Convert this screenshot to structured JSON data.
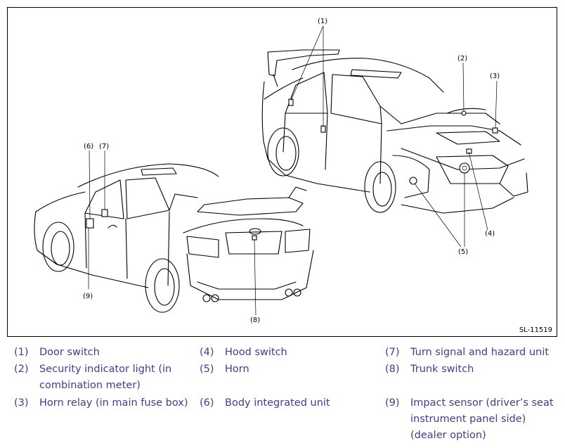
{
  "figure": {
    "id": "SL-11519",
    "callouts": [
      "(1)",
      "(2)",
      "(3)",
      "(4)",
      "(5)",
      "(6)",
      "(7)",
      "(8)",
      "(9)"
    ]
  },
  "legend": [
    {
      "num": "(1)",
      "text": "Door switch"
    },
    {
      "num": "(2)",
      "text": "Security indicator light (in combination meter)"
    },
    {
      "num": "(3)",
      "text": "Horn relay (in main fuse box)"
    },
    {
      "num": "(4)",
      "text": "Hood switch"
    },
    {
      "num": "(5)",
      "text": "Horn"
    },
    {
      "num": "(6)",
      "text": "Body integrated unit"
    },
    {
      "num": "(7)",
      "text": "Turn signal and hazard unit"
    },
    {
      "num": "(8)",
      "text": "Trunk switch"
    },
    {
      "num": "(9)",
      "text": "Impact sensor (driver’s seat instrument panel side) (dealer option)"
    }
  ]
}
